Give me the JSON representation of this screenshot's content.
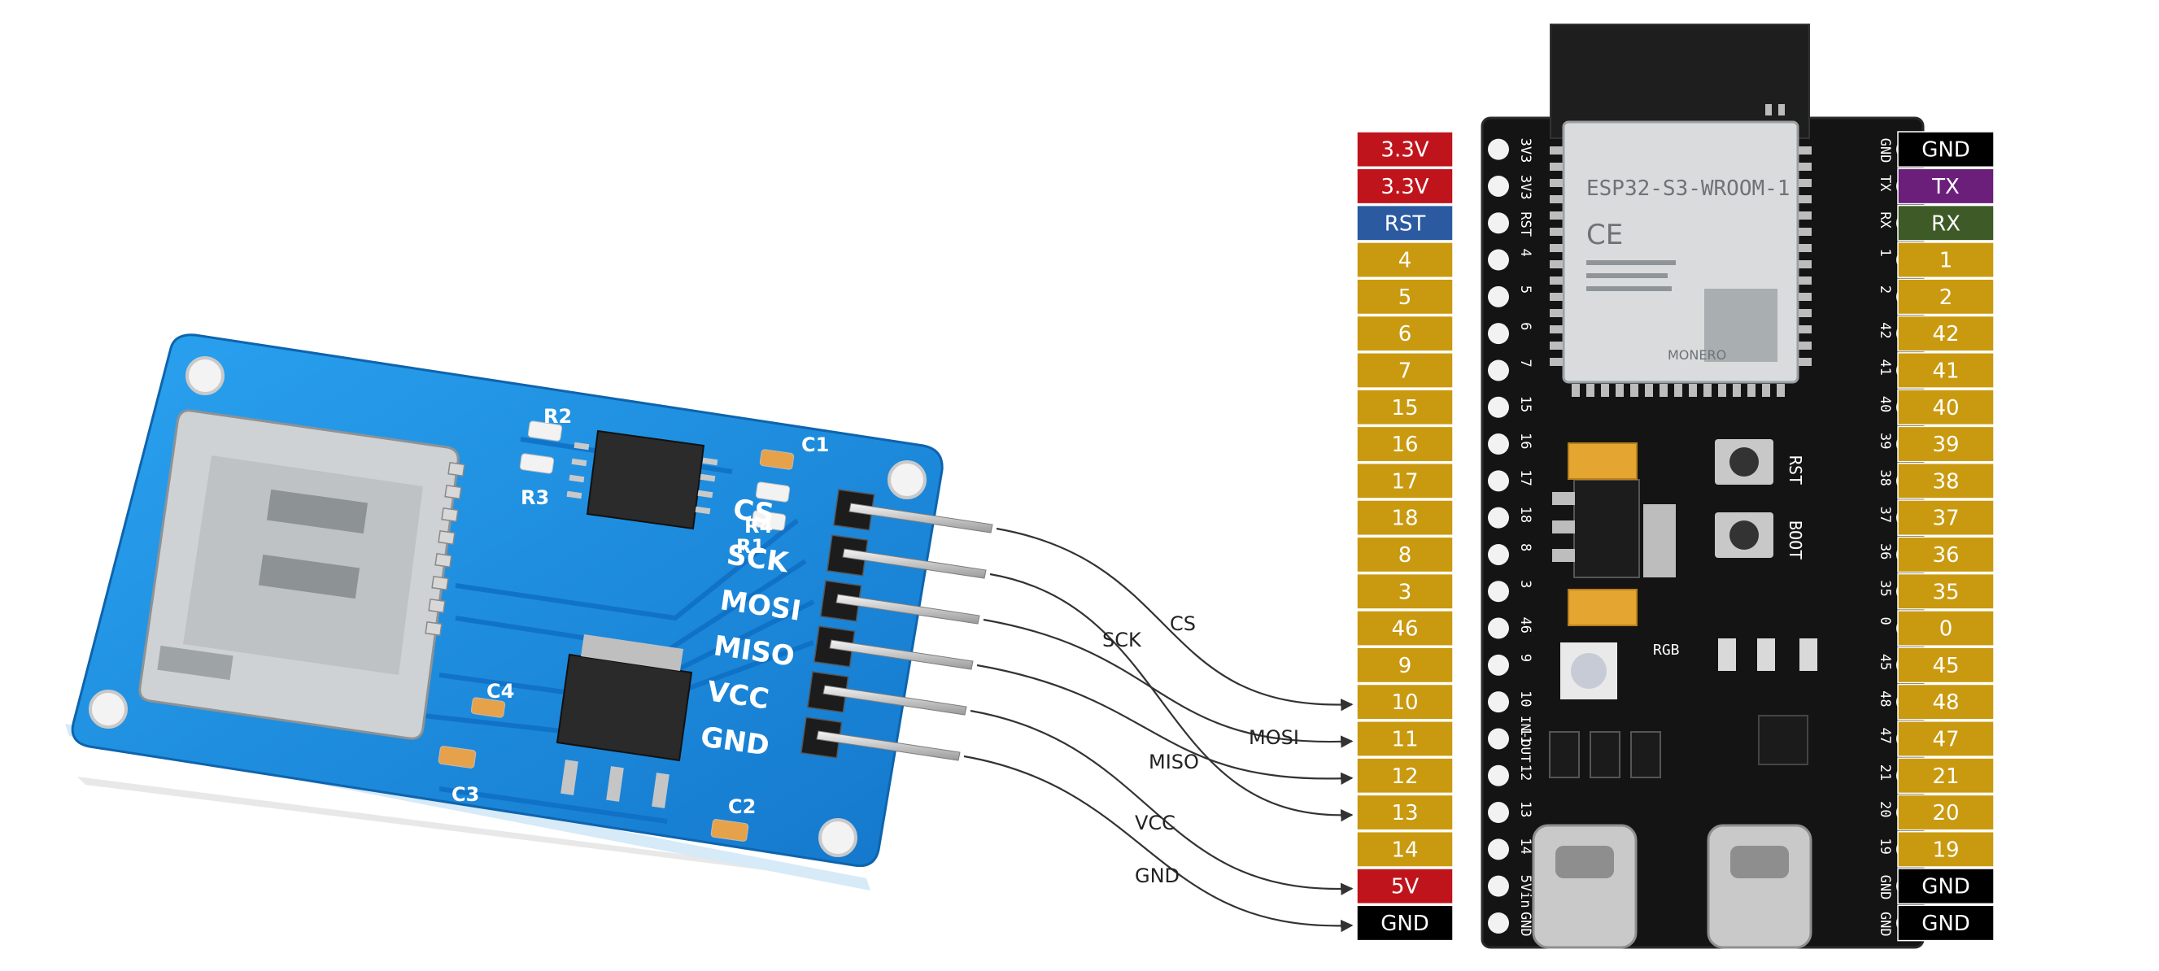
{
  "sd_module": {
    "pins": [
      "CS",
      "SCK",
      "MOSI",
      "MISO",
      "VCC",
      "GND"
    ],
    "components": [
      "R2",
      "R3",
      "C1",
      "R4",
      "R1",
      "C4",
      "C3",
      "C2"
    ]
  },
  "esp32_board": {
    "module_name": "ESP32-S3-WROOM-1",
    "module_brand": "MONERO",
    "buttons": [
      "RST",
      "BOOT"
    ],
    "led_label": "RGB",
    "usb_labels": [
      "IN-OUT"
    ],
    "left_silk": [
      "3V3",
      "3V3",
      "RST",
      "4",
      "5",
      "6",
      "7",
      "15",
      "16",
      "17",
      "18",
      "8",
      "3",
      "46",
      "9",
      "10",
      "11",
      "12",
      "13",
      "14",
      "5Vin",
      "GND"
    ],
    "right_silk": [
      "GND",
      "TX",
      "RX",
      "1",
      "2",
      "42",
      "41",
      "40",
      "39",
      "38",
      "37",
      "36",
      "35",
      "0",
      "45",
      "48",
      "47",
      "21",
      "20",
      "19",
      "GND",
      "GND"
    ]
  },
  "left_pins": [
    {
      "label": "3.3V",
      "color": "#c0141c"
    },
    {
      "label": "3.3V",
      "color": "#c0141c"
    },
    {
      "label": "RST",
      "color": "#2b5aa0"
    },
    {
      "label": "4",
      "color": "#c99a10"
    },
    {
      "label": "5",
      "color": "#c99a10"
    },
    {
      "label": "6",
      "color": "#c99a10"
    },
    {
      "label": "7",
      "color": "#c99a10"
    },
    {
      "label": "15",
      "color": "#c99a10"
    },
    {
      "label": "16",
      "color": "#c99a10"
    },
    {
      "label": "17",
      "color": "#c99a10"
    },
    {
      "label": "18",
      "color": "#c99a10"
    },
    {
      "label": "8",
      "color": "#c99a10"
    },
    {
      "label": "3",
      "color": "#c99a10"
    },
    {
      "label": "46",
      "color": "#c99a10"
    },
    {
      "label": "9",
      "color": "#c99a10"
    },
    {
      "label": "10",
      "color": "#c99a10"
    },
    {
      "label": "11",
      "color": "#c99a10"
    },
    {
      "label": "12",
      "color": "#c99a10"
    },
    {
      "label": "13",
      "color": "#c99a10"
    },
    {
      "label": "14",
      "color": "#c99a10"
    },
    {
      "label": "5V",
      "color": "#c0141c"
    },
    {
      "label": "GND",
      "color": "#000000"
    }
  ],
  "right_pins": [
    {
      "label": "GND",
      "color": "#000000"
    },
    {
      "label": "TX",
      "color": "#6b1f7a"
    },
    {
      "label": "RX",
      "color": "#3e5a26"
    },
    {
      "label": "1",
      "color": "#c99a10"
    },
    {
      "label": "2",
      "color": "#c99a10"
    },
    {
      "label": "42",
      "color": "#c99a10"
    },
    {
      "label": "41",
      "color": "#c99a10"
    },
    {
      "label": "40",
      "color": "#c99a10"
    },
    {
      "label": "39",
      "color": "#c99a10"
    },
    {
      "label": "38",
      "color": "#c99a10"
    },
    {
      "label": "37",
      "color": "#c99a10"
    },
    {
      "label": "36",
      "color": "#c99a10"
    },
    {
      "label": "35",
      "color": "#c99a10"
    },
    {
      "label": "0",
      "color": "#c99a10"
    },
    {
      "label": "45",
      "color": "#c99a10"
    },
    {
      "label": "48",
      "color": "#c99a10"
    },
    {
      "label": "47",
      "color": "#c99a10"
    },
    {
      "label": "21",
      "color": "#c99a10"
    },
    {
      "label": "20",
      "color": "#c99a10"
    },
    {
      "label": "19",
      "color": "#c99a10"
    },
    {
      "label": "GND",
      "color": "#000000"
    },
    {
      "label": "GND",
      "color": "#000000"
    }
  ],
  "wires": [
    {
      "label": "CS",
      "from_pin": 0,
      "to_left_pin": 15
    },
    {
      "label": "SCK",
      "from_pin": 1,
      "to_left_pin": 18
    },
    {
      "label": "MOSI",
      "from_pin": 2,
      "to_left_pin": 16
    },
    {
      "label": "MISO",
      "from_pin": 3,
      "to_left_pin": 17
    },
    {
      "label": "VCC",
      "from_pin": 4,
      "to_left_pin": 20
    },
    {
      "label": "GND",
      "from_pin": 5,
      "to_left_pin": 21
    }
  ],
  "colors": {
    "sd_board_blue": "#1a8fe0",
    "esp_board_black": "#121212",
    "wire": "#333333"
  }
}
